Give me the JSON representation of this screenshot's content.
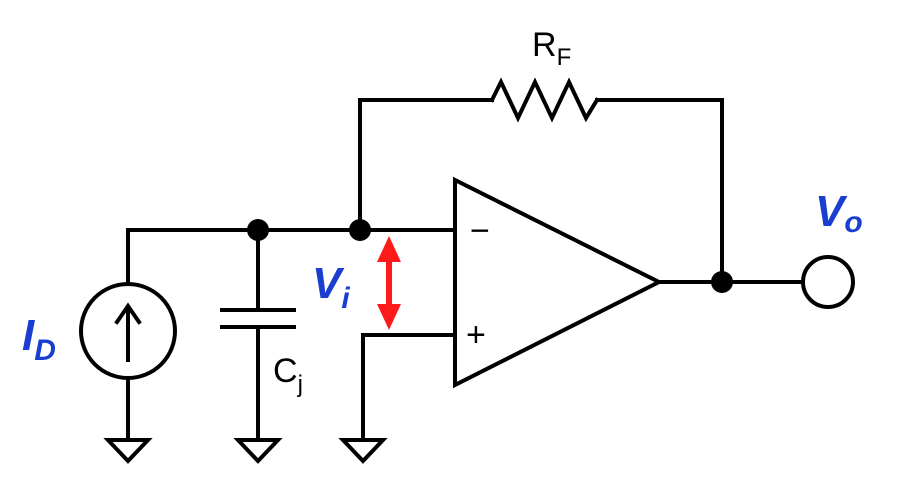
{
  "colors": {
    "wire": "#000000",
    "label_blue": "#1a3fd0",
    "arrow_red": "#ff1a1a"
  },
  "labels": {
    "rf": {
      "main": "R",
      "sub": "F"
    },
    "cj": {
      "main": "C",
      "sub": "j"
    },
    "id": {
      "main": "I",
      "sub": "D"
    },
    "vi": {
      "main": "V",
      "sub": "i"
    },
    "vo": {
      "main": "V",
      "sub": "o"
    },
    "opamp_minus": "−",
    "opamp_plus": "+"
  },
  "icons": {
    "current_source": "current-source-icon",
    "capacitor": "capacitor-icon",
    "resistor": "resistor-icon",
    "opamp": "opamp-triangle-icon",
    "ground": "ground-icon",
    "output_terminal": "output-terminal-icon",
    "voltage_arrow": "double-arrow-icon"
  }
}
